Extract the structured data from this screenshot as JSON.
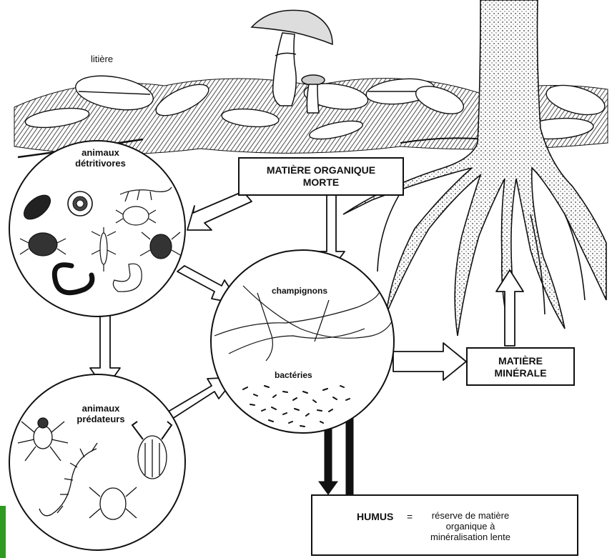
{
  "labels": {
    "litiere": "litière",
    "detritivores": "animaux\ndétritivores",
    "predateurs": "animaux\nprédateurs",
    "champignons": "champignons",
    "bacteries": "bactéries"
  },
  "boxes": {
    "mom": "MATIÈRE ORGANIQUE\nMORTE",
    "mineral": "MATIÈRE\nMINÉRALE",
    "humus_term": "HUMUS",
    "humus_eq": "=",
    "humus_desc": "réserve de matière\norganique à\nminéralisation lente"
  },
  "colors": {
    "ink": "#111111",
    "page": "#ffffff",
    "edge_accent": "#2e9a1f"
  }
}
